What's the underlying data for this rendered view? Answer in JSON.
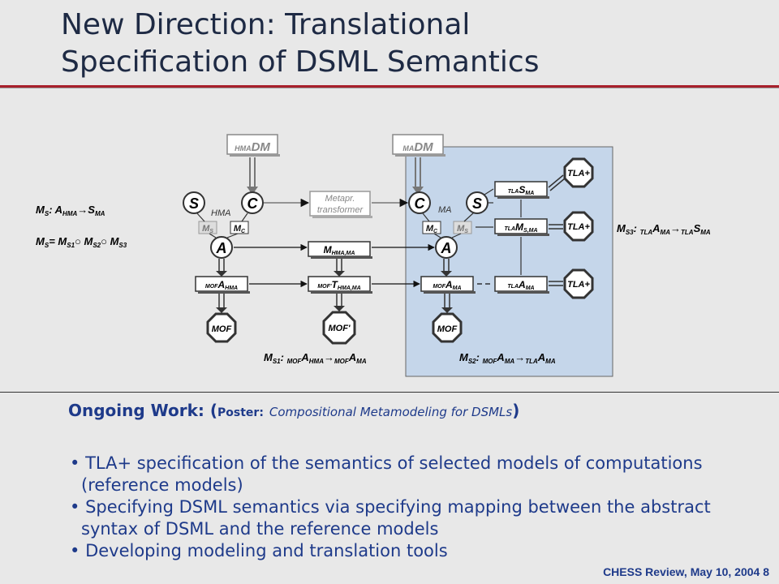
{
  "title": {
    "line1": "New Direction: Translational",
    "line2": "Specification of DSML Semantics"
  },
  "diagram": {
    "hma_dm": {
      "sub": "HMA",
      "main": "DM"
    },
    "ma_dm": {
      "sub": "MA",
      "main": "DM"
    },
    "s_label": "S",
    "c_label": "C",
    "a_label": "A",
    "hma_label": "HMA",
    "ma_label": "MA",
    "ms_box": {
      "main": "M",
      "sub": "S"
    },
    "mc_box": {
      "main": "M",
      "sub": "C"
    },
    "metapr": {
      "line1": "Metapr.",
      "line2": "transformer"
    },
    "m_hma_ma": {
      "main": "M",
      "sub": "HMA,MA"
    },
    "mof_a_hma": {
      "pre": "MOF",
      "main": "A",
      "sub": "HMA"
    },
    "mofp_t": {
      "pre": "MOF'",
      "main": "T",
      "sub": "HMA,MA"
    },
    "mof_a_ma": {
      "pre": "MOF",
      "main": "A",
      "sub": "MA"
    },
    "tla_s_ma": {
      "pre": "TLA",
      "main": "S",
      "sub": "MA"
    },
    "tla_m_s_ma": {
      "pre": "TLA",
      "main": "M",
      "sub": "S,MA"
    },
    "tla_a_ma": {
      "pre": "TLA",
      "main": "A",
      "sub": "MA"
    },
    "mof": "MOF",
    "mofp": "MOF'",
    "tla_plus": "TLA+",
    "eq_ms_def": {
      "a": "M",
      "b": "S",
      "c": ": A",
      "d": "HMA",
      "e": "→S",
      "f": "MA"
    },
    "eq_ms_comp": {
      "a": "M",
      "b": "S",
      "c": "= M",
      "d": "S1",
      "e": "○ M",
      "f": "S2",
      "g": "○ M",
      "h": "S3"
    },
    "eq_ms1": {
      "a": "M",
      "b": "S1",
      "c": ": ",
      "d": "MOF",
      "e": "A",
      "f": "HMA",
      "g": "→",
      "h": "MOF",
      "i": "A",
      "j": "MA"
    },
    "eq_ms2": {
      "a": "M",
      "b": "S2",
      "c": ": ",
      "d": "MOF",
      "e": "A",
      "f": "MA",
      "g": "→",
      "h": "TLA",
      "i": "A",
      "j": "MA"
    },
    "eq_ms3": {
      "a": "M",
      "b": "S3",
      "c": ": ",
      "d": "TLA",
      "e": "A",
      "f": "MA",
      "g": "→",
      "h": "TLA",
      "i": "S",
      "j": "MA"
    }
  },
  "ongoing": {
    "heading": "Ongoing Work: (",
    "poster_label": "Poster:",
    "poster_title": "Compositional Metamodeling for DSMLs",
    "close": ")"
  },
  "bullets": [
    "TLA+ specification of the semantics of selected models of computations (reference models)",
    "Specifying DSML semantics via specifying mapping between the abstract syntax of DSML and the reference models",
    "Developing modeling and translation tools"
  ],
  "footer": "CHESS Review, May 10, 2004  8",
  "colors": {
    "title": "#1e2a44",
    "text_blue": "#1e3a8a",
    "red_rule": "#a8202c",
    "ma_panel": "#c5d6ea",
    "bg": "#e8e8e8"
  }
}
